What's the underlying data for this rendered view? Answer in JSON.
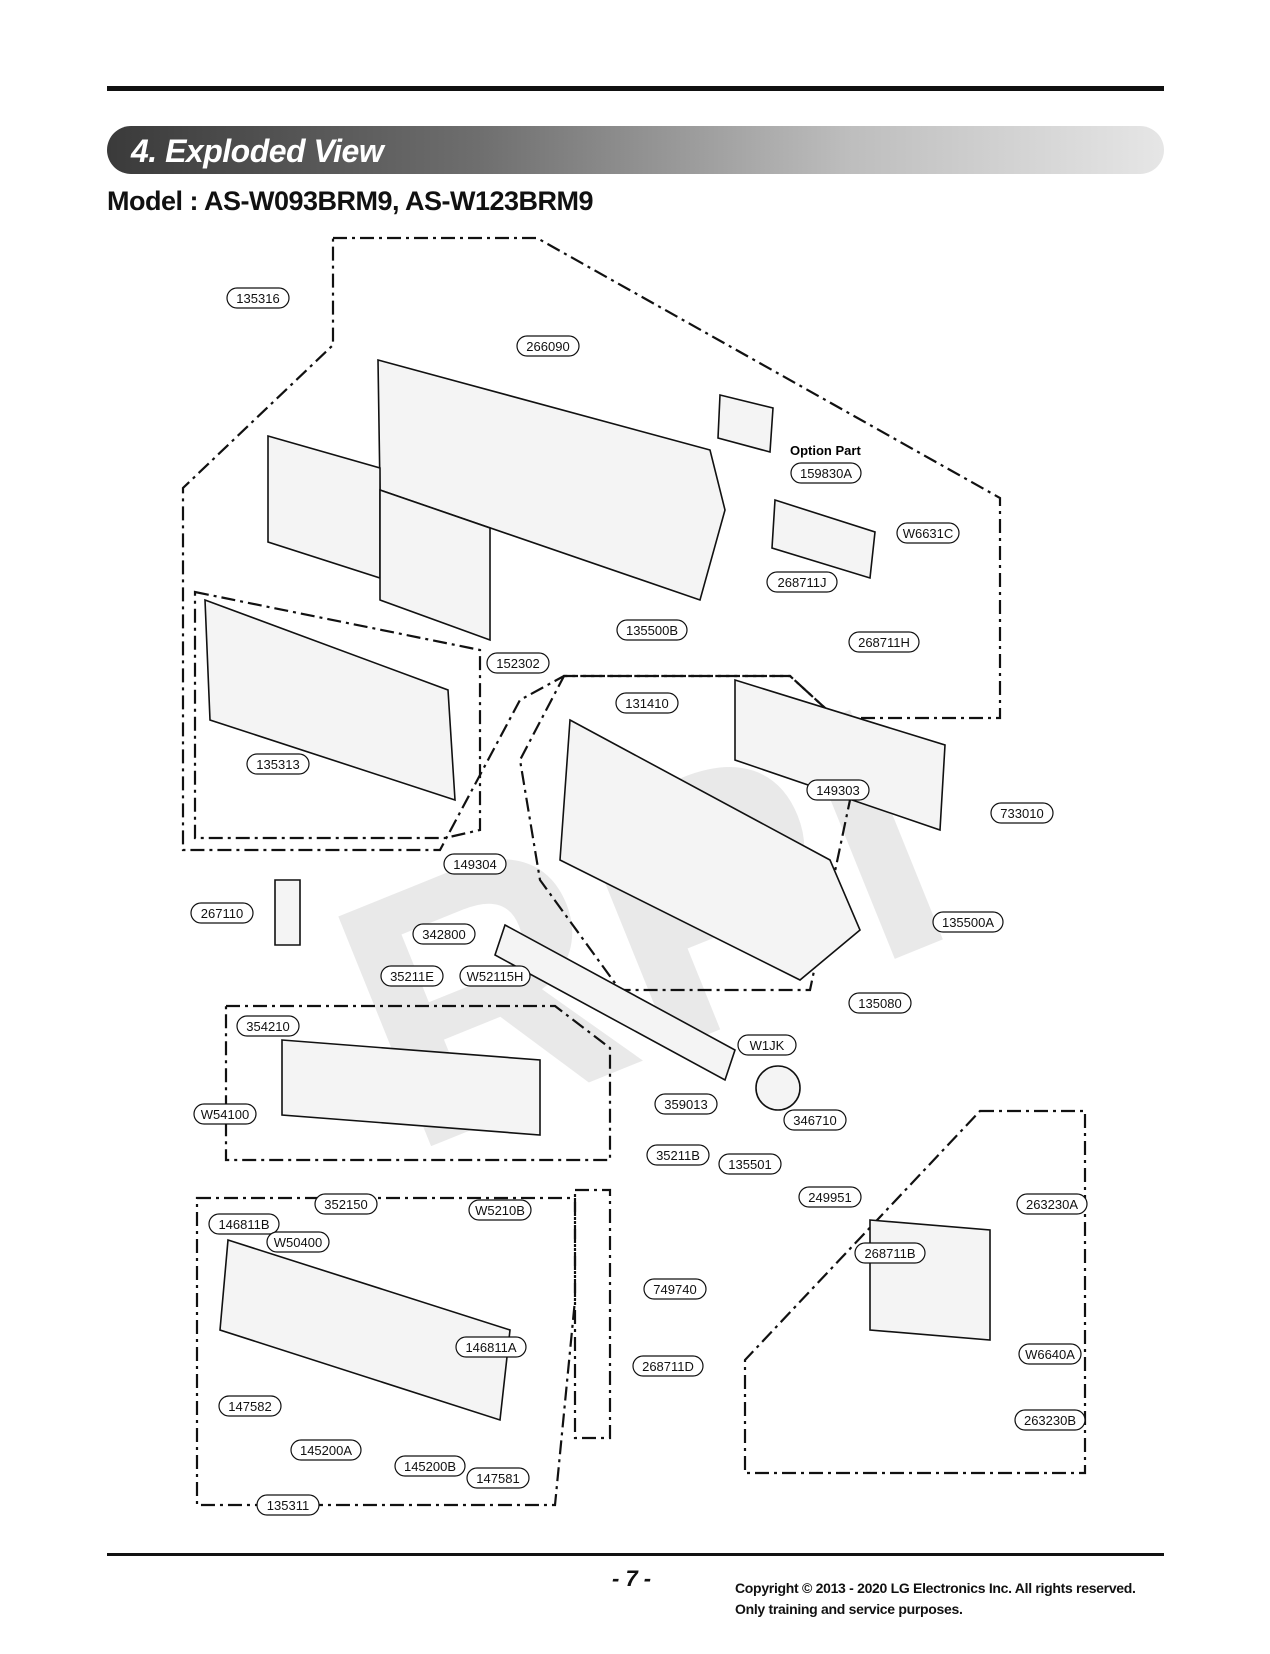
{
  "header": {
    "section_title": "4. Exploded View",
    "model_line": "Model : AS-W093BRM9, AS-W123BRM9"
  },
  "diagram": {
    "option_label": "Option Part",
    "watermark": "RPI",
    "parts": [
      {
        "id": "p135316",
        "label": "135316"
      },
      {
        "id": "p266090",
        "label": "266090"
      },
      {
        "id": "p159830A",
        "label": "159830A"
      },
      {
        "id": "pW6631C",
        "label": "W6631C"
      },
      {
        "id": "p268711J",
        "label": "268711J"
      },
      {
        "id": "p135500B",
        "label": "135500B"
      },
      {
        "id": "p268711H",
        "label": "268711H"
      },
      {
        "id": "p152302",
        "label": "152302"
      },
      {
        "id": "p131410",
        "label": "131410"
      },
      {
        "id": "p135313",
        "label": "135313"
      },
      {
        "id": "p149303",
        "label": "149303"
      },
      {
        "id": "p733010",
        "label": "733010"
      },
      {
        "id": "p149304",
        "label": "149304"
      },
      {
        "id": "p267110",
        "label": "267110"
      },
      {
        "id": "p135500A",
        "label": "135500A"
      },
      {
        "id": "p342800",
        "label": "342800"
      },
      {
        "id": "p35211E",
        "label": "35211E"
      },
      {
        "id": "pW52115H",
        "label": "W52115H"
      },
      {
        "id": "p135080",
        "label": "135080"
      },
      {
        "id": "p354210",
        "label": "354210"
      },
      {
        "id": "pW1JK",
        "label": "W1JK"
      },
      {
        "id": "pW54100",
        "label": "W54100"
      },
      {
        "id": "p359013",
        "label": "359013"
      },
      {
        "id": "p346710",
        "label": "346710"
      },
      {
        "id": "p35211B",
        "label": "35211B"
      },
      {
        "id": "p135501",
        "label": "135501"
      },
      {
        "id": "pW5210B",
        "label": "W5210B"
      },
      {
        "id": "p352150",
        "label": "352150"
      },
      {
        "id": "p249951",
        "label": "249951"
      },
      {
        "id": "p263230A",
        "label": "263230A"
      },
      {
        "id": "p146811B",
        "label": "146811B"
      },
      {
        "id": "pW50400",
        "label": "W50400"
      },
      {
        "id": "p268711B",
        "label": "268711B"
      },
      {
        "id": "p749740",
        "label": "749740"
      },
      {
        "id": "p146811A",
        "label": "146811A"
      },
      {
        "id": "pW6640A",
        "label": "W6640A"
      },
      {
        "id": "p268711D",
        "label": "268711D"
      },
      {
        "id": "p147582",
        "label": "147582"
      },
      {
        "id": "p263230B",
        "label": "263230B"
      },
      {
        "id": "p145200A",
        "label": "145200A"
      },
      {
        "id": "p145200B",
        "label": "145200B"
      },
      {
        "id": "p147581",
        "label": "147581"
      },
      {
        "id": "p135311",
        "label": "135311"
      }
    ]
  },
  "footer": {
    "page_number": "- 7 -",
    "copyright_line1": "Copyright © 2013 - 2020 LG Electronics Inc. All rights reserved.",
    "copyright_line2": "Only training and service purposes."
  }
}
